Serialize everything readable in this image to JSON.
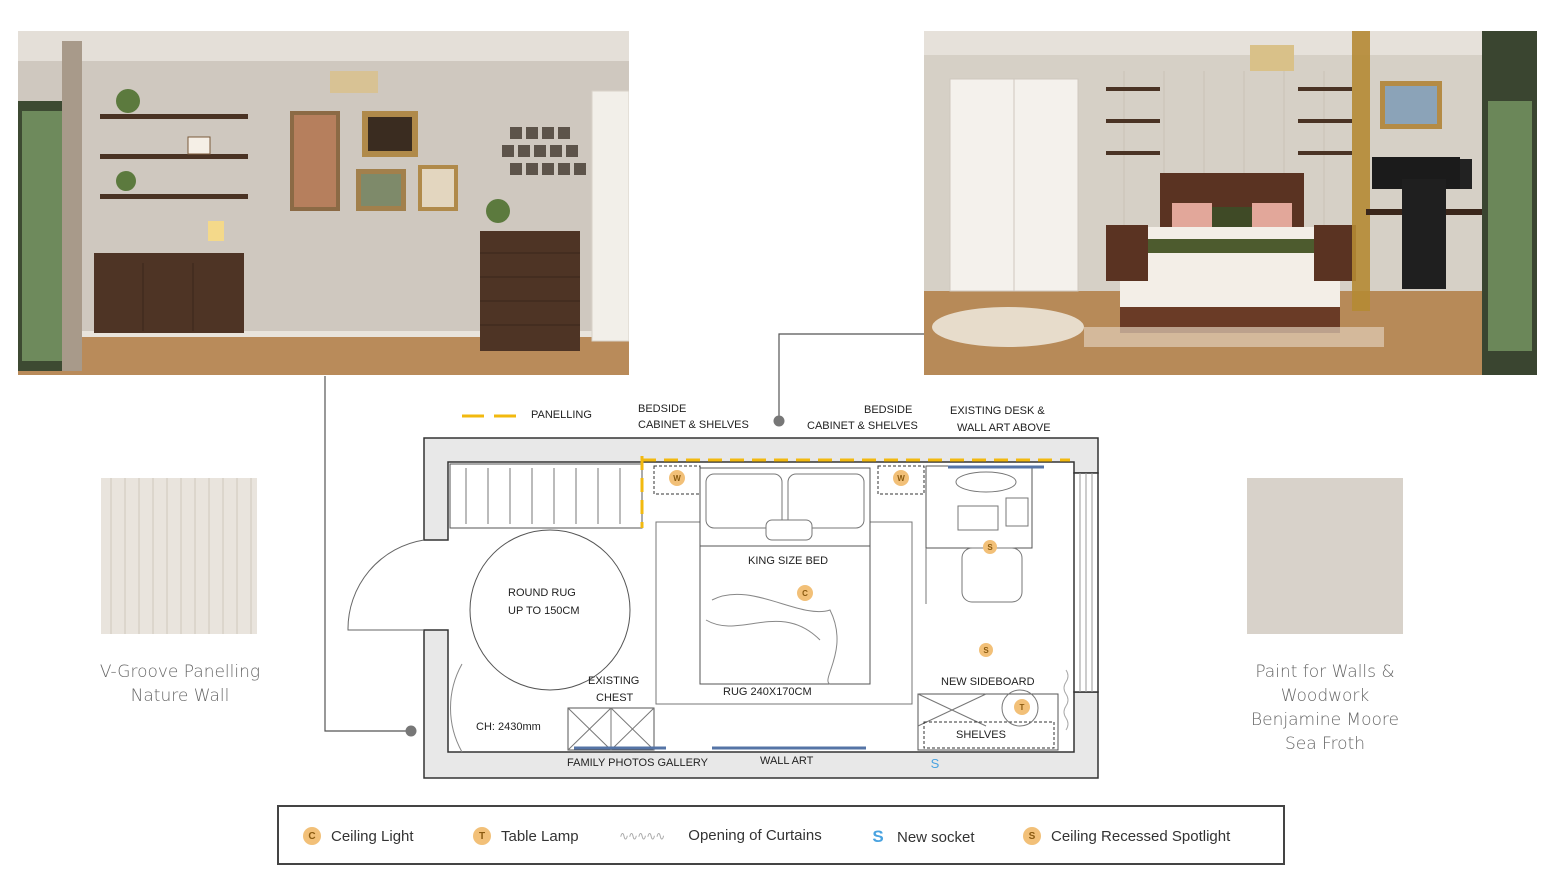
{
  "photos": {
    "left": {
      "description_icon": "living-room-photo"
    },
    "right": {
      "description_icon": "bedroom-photo"
    }
  },
  "swatches": {
    "left": {
      "color": "#e9e4dd",
      "line_color": "#d8d1c8",
      "caption_line1": "V-Groove Panelling",
      "caption_line2": "Nature Wall"
    },
    "right": {
      "color": "#d8d2ca",
      "caption_line1": "Paint for Walls &",
      "caption_line2": "Woodwork",
      "caption_line3": "Benjamine Moore",
      "caption_line4": "Sea Froth"
    }
  },
  "plan": {
    "panelling_legend": "PANELLING",
    "bedside_left_line1": "BEDSIDE",
    "bedside_left_line2": "CABINET & SHELVES",
    "bedside_right_line1": "BEDSIDE",
    "bedside_right_line2": "CABINET & SHELVES",
    "desk_line1": "EXISTING DESK &",
    "desk_line2": "WALL ART ABOVE",
    "round_rug_line1": "ROUND RUG",
    "round_rug_line2": "UP TO 150CM",
    "bed": "KING SIZE BED",
    "rug": "RUG 240X170CM",
    "chest_line1": "EXISTING",
    "chest_line2": "CHEST",
    "ceiling_height": "CH: 2430mm",
    "sideboard": "NEW SIDEBOARD",
    "shelves": "SHELVES",
    "family_photos": "FAMILY PHOTOS GALLERY",
    "wall_art": "WALL ART",
    "marker_w": "W",
    "marker_c": "C",
    "marker_s": "S",
    "marker_t": "T",
    "socket": "S",
    "panelling_color": "#f2b90f",
    "marker_color": "#f2c078"
  },
  "legend": {
    "ceiling_light_icon": "C",
    "ceiling_light": "Ceiling Light",
    "table_lamp_icon": "T",
    "table_lamp": "Table Lamp",
    "curtains_icon": "∿∿∿∿∿",
    "curtains": "Opening of Curtains",
    "socket_icon": "S",
    "socket": "New socket",
    "spotlight_icon": "S",
    "spotlight": "Ceiling Recessed Spotlight"
  }
}
